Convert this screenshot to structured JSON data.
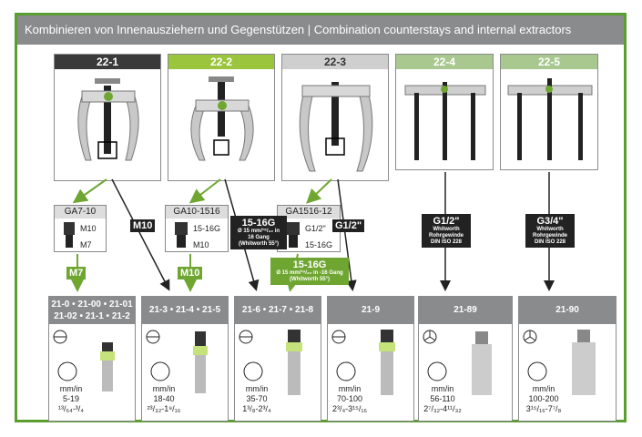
{
  "header": {
    "title": "Kombinieren von Innenausziehern und Gegenstützen | Combination counterstays and internal extractors"
  },
  "pullers": [
    {
      "code": "22-1"
    },
    {
      "code": "22-2"
    },
    {
      "code": "22-3"
    },
    {
      "code": "22-4",
      "thread": "G1/2\"",
      "thread_note": "Whitworth Rohrgewinde DIN ISO 228"
    },
    {
      "code": "22-5",
      "thread": "G3/4\"",
      "thread_note": "Whitworth Rohrgewinde DIN ISO 228"
    }
  ],
  "adapters": [
    {
      "code": "GA7-10",
      "top": "M10",
      "bottom": "M7"
    },
    {
      "code": "GA10-1516",
      "top": "15-16G",
      "bottom": "M10"
    },
    {
      "code": "GA1516-12",
      "top": "G1/2\"",
      "bottom": "15-16G"
    }
  ],
  "connectors": {
    "m10": "M10",
    "m7": "M7",
    "m10_green": "M10",
    "g12": "G1/2\"",
    "g16_title": "15-16G",
    "g16_line1": "Ø 15 mm/¹⁹/₃₂ in",
    "g16_line2": "16 Gang",
    "g16_line3": "(Whitworth 55°)",
    "g16g_title": "15-16G",
    "g16g_line1": "Ø 15 mm/¹⁹/₃₂ in -16 Gang",
    "g16g_line2": "(Whitworth 55°)"
  },
  "extractors": [
    {
      "line1": "21-0 • 21-00 • 21-01",
      "line2": "21-02 • 21-1 • 21-2",
      "unit": "mm/in",
      "mm": "5-19",
      "inch": "¹³/₆₄-³/₄"
    },
    {
      "line1": "21-3 • 21-4 • 21-5",
      "line2": "",
      "unit": "mm/in",
      "mm": "18-40",
      "inch": "²³/₃₂-1⁹/₁₆"
    },
    {
      "line1": "21-6 • 21-7 • 21-8",
      "line2": "",
      "unit": "mm/in",
      "mm": "35-70",
      "inch": "1³/₈-2³/₄"
    },
    {
      "line1": "21-9",
      "line2": "",
      "unit": "mm/in",
      "mm": "70-100",
      "inch": "2³/₄-3¹⁵/₁₆"
    },
    {
      "line1": "21-89",
      "line2": "",
      "unit": "mm/in",
      "mm": "56-110",
      "inch": "2⁷/₃₂-4¹¹/₃₂"
    },
    {
      "line1": "21-90",
      "line2": "",
      "unit": "mm/in",
      "mm": "100-200",
      "inch": "3¹⁵/₁₆-7⁷/₈"
    }
  ],
  "colors": {
    "frame": "#5a9e2f",
    "header": "#8a8b8d",
    "green": "#6fa632",
    "dark": "#222222"
  }
}
